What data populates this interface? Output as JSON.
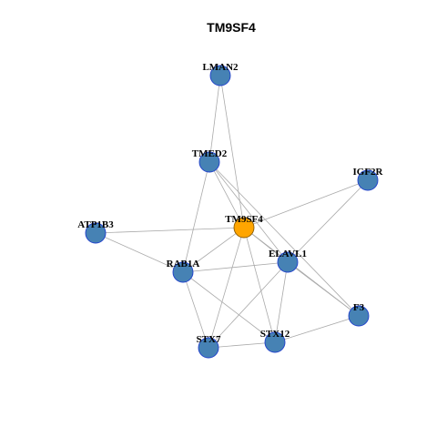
{
  "title": "TM9SF4",
  "colors": {
    "node_fill": "#4682b4",
    "node_stroke": "#1f3fcc",
    "hub_fill": "#ffa500",
    "hub_stroke": "#8a5a00",
    "edge": "#aaaaaa"
  },
  "nodes": [
    {
      "id": "LMAN2",
      "label": "LMAN2",
      "hub": false
    },
    {
      "id": "TMED2",
      "label": "TMED2",
      "hub": false
    },
    {
      "id": "IGF2R",
      "label": "IGF2R",
      "hub": false
    },
    {
      "id": "ATP1B3",
      "label": "ATP1B3",
      "hub": false
    },
    {
      "id": "TM9SF4",
      "label": "TM9SF4",
      "hub": true
    },
    {
      "id": "ELAVL1",
      "label": "ELAVL1",
      "hub": false
    },
    {
      "id": "RAB1A",
      "label": "RAB1A",
      "hub": false
    },
    {
      "id": "F3",
      "label": "F3",
      "hub": false
    },
    {
      "id": "STX12",
      "label": "STX12",
      "hub": false
    },
    {
      "id": "STX7",
      "label": "STX7",
      "hub": false
    }
  ],
  "edges": [
    [
      "LMAN2",
      "TMED2"
    ],
    [
      "LMAN2",
      "TM9SF4"
    ],
    [
      "TMED2",
      "TM9SF4"
    ],
    [
      "TMED2",
      "RAB1A"
    ],
    [
      "TMED2",
      "ELAVL1"
    ],
    [
      "TMED2",
      "F3"
    ],
    [
      "IGF2R",
      "TM9SF4"
    ],
    [
      "IGF2R",
      "ELAVL1"
    ],
    [
      "ATP1B3",
      "TM9SF4"
    ],
    [
      "ATP1B3",
      "RAB1A"
    ],
    [
      "TM9SF4",
      "RAB1A"
    ],
    [
      "TM9SF4",
      "ELAVL1"
    ],
    [
      "TM9SF4",
      "STX7"
    ],
    [
      "TM9SF4",
      "STX12"
    ],
    [
      "TM9SF4",
      "F3"
    ],
    [
      "RAB1A",
      "ELAVL1"
    ],
    [
      "RAB1A",
      "STX7"
    ],
    [
      "RAB1A",
      "STX12"
    ],
    [
      "ELAVL1",
      "STX7"
    ],
    [
      "ELAVL1",
      "STX12"
    ],
    [
      "ELAVL1",
      "F3"
    ],
    [
      "STX7",
      "STX12"
    ],
    [
      "STX12",
      "F3"
    ]
  ]
}
